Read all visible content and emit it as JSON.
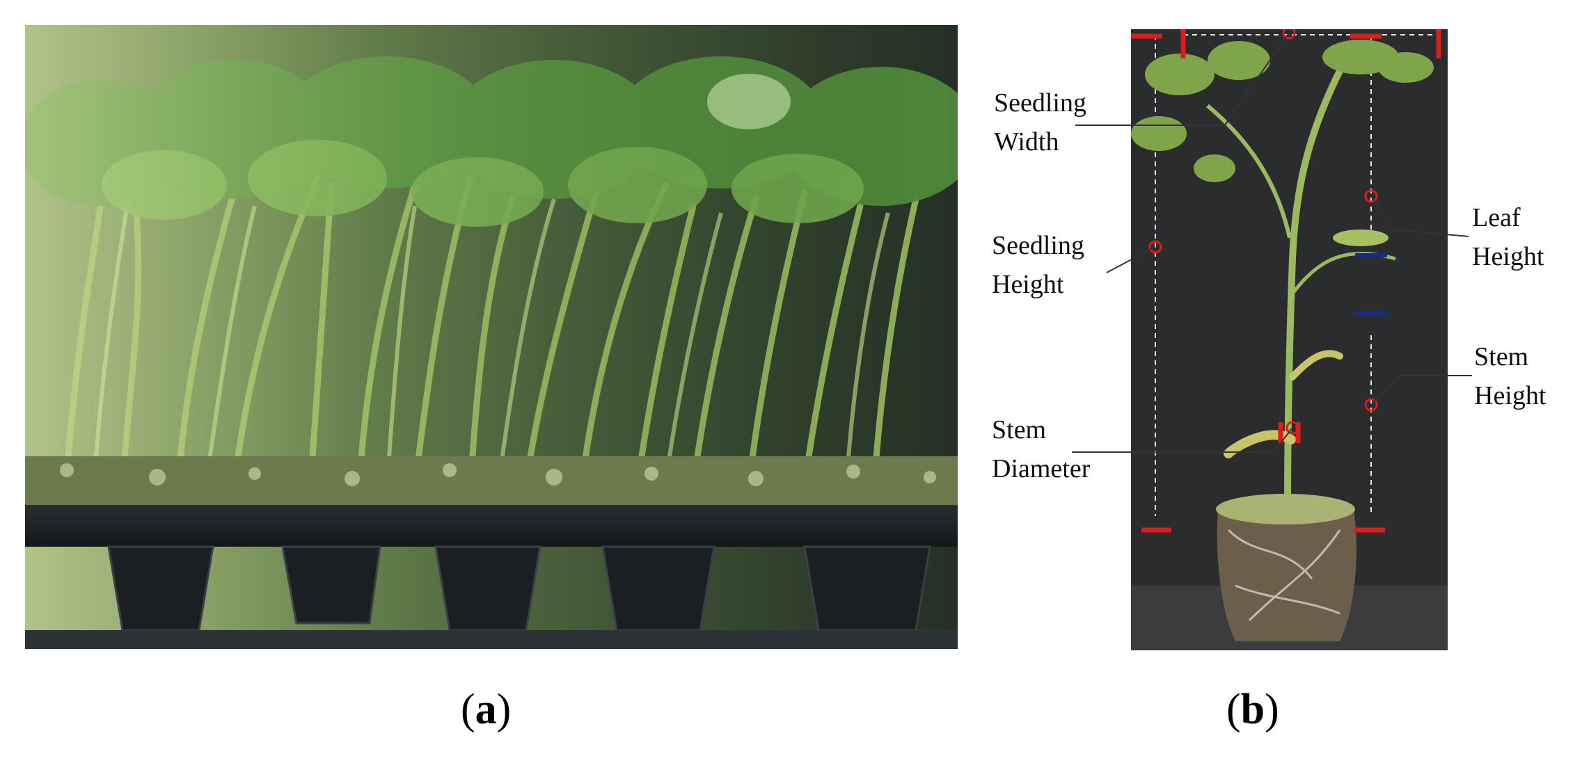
{
  "figure": {
    "panels": [
      {
        "id": "a",
        "caption_open": "(",
        "caption_letter": "a",
        "caption_close": ")"
      },
      {
        "id": "b",
        "caption_open": "(",
        "caption_letter": "b",
        "caption_close": ")"
      }
    ],
    "annotations": {
      "seedling_width": "Seedling\nWidth",
      "seedling_height": "Seedling\nHeight",
      "stem_diameter": "Stem\nDiameter",
      "leaf_height": "Leaf\nHeight",
      "stem_height": "Stem\nHeight"
    },
    "colors": {
      "marker_red": "#e01b1b",
      "marker_blue": "#1a2a8a",
      "leader_line": "#333333",
      "dashed_arrow": "#e8e8e8",
      "backdrop": "#2a2c2e"
    }
  }
}
